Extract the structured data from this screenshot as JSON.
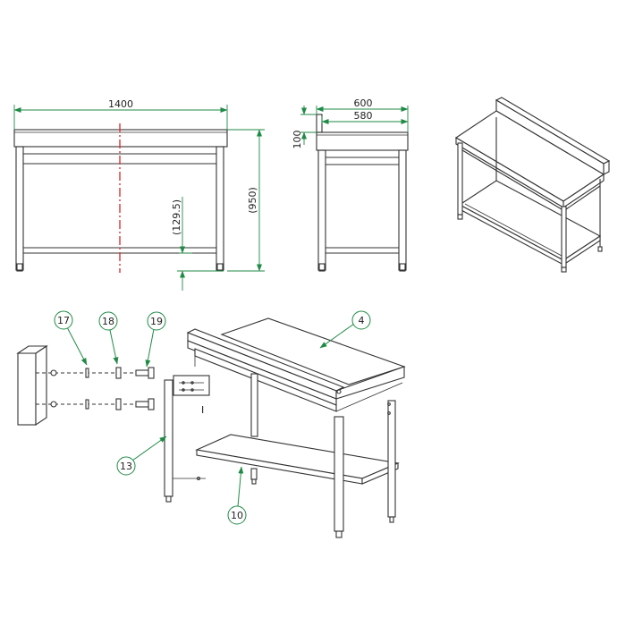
{
  "colors": {
    "dimension": "#1f8a46",
    "centerline": "#e03030",
    "outline": "#333333"
  },
  "front_view": {
    "width": "1400",
    "height": "(950)",
    "foot_height": "(129.5)"
  },
  "side_view": {
    "overall_depth": "600",
    "top_depth": "580",
    "upstand": "100"
  },
  "part_callouts": {
    "p4": "4",
    "p10": "10",
    "p13": "13",
    "p17": "17",
    "p18": "18",
    "p19": "19"
  },
  "misc_mark": "I"
}
